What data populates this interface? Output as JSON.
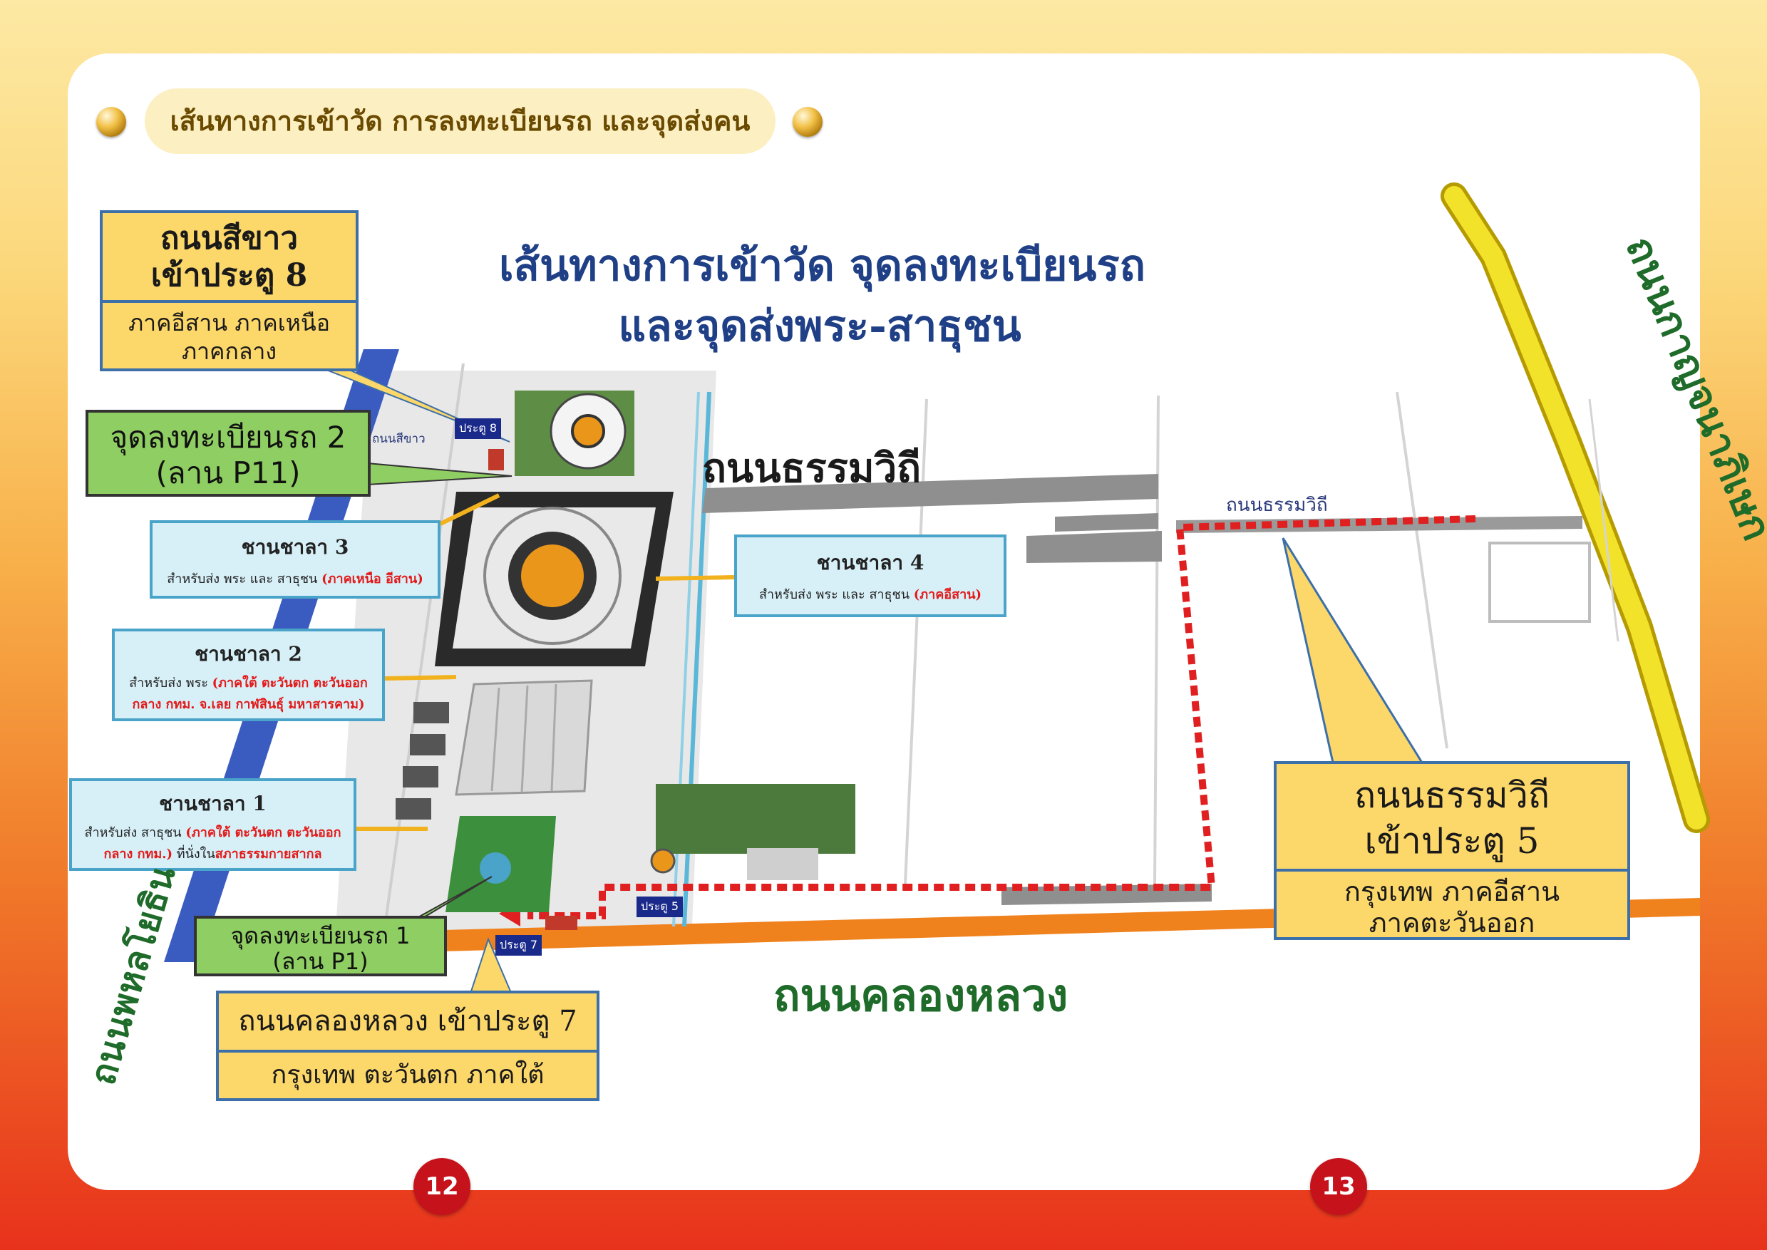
{
  "header": {
    "title": "เส้นทางการเข้าวัด การลงทะเบียนรถ และจุดส่งคน"
  },
  "map": {
    "title_line1": "เส้นทางการเข้าวัด จุดลงทะเบียนรถ",
    "title_line2": "และจุดส่งพระ-สาธุชน"
  },
  "callouts": {
    "gate8": {
      "title1": "ถนนสีขาว",
      "title2": "เข้าประตู 8",
      "regions1": "ภาคอีสาน ภาคเหนือ",
      "regions2": "ภาคกลาง"
    },
    "reg2": {
      "line1": "จุดลงทะเบียนรถ 2",
      "line2": "(ลาน P11)"
    },
    "reg1": {
      "line1": "จุดลงทะเบียนรถ 1",
      "line2": "(ลาน P1)"
    },
    "gate7": {
      "title": "ถนนคลองหลวง เข้าประตู 7",
      "regions": "กรุงเทพ ตะวันตก ภาคใต้"
    },
    "gate5": {
      "title1": "ถนนธรรมวิถี",
      "title2": "เข้าประตู 5",
      "regions1": "กรุงเทพ ภาคอีสาน",
      "regions2": "ภาคตะวันออก"
    }
  },
  "platforms": {
    "p3": {
      "title": "ชานชาลา 3",
      "desc": "สำหรับส่ง พระ และ สาธุชน ",
      "highlight": "(ภาคเหนือ อีสาน)"
    },
    "p4": {
      "title": "ชานชาลา 4",
      "desc": "สำหรับส่ง พระ และ สาธุชน ",
      "highlight": "(ภาคอีสาน)"
    },
    "p2": {
      "title": "ชานชาลา 2",
      "desc": "สำหรับส่ง พระ ",
      "highlight1": "(ภาคใต้ ตะวันตก ตะวันออก",
      "highlight2": "กลาง กทม. จ.เลย กาฬสินธุ์ มหาสารคาม)"
    },
    "p1": {
      "title": "ชานชาลา 1",
      "desc": "สำหรับส่ง สาธุชน ",
      "highlight1": "(ภาคใต้ ตะวันตก ตะวันออก",
      "highlight2": "กลาง กทม.)",
      "desc2": " ที่นั่งใน",
      "highlight3": "สภาธรรมกายสากล"
    }
  },
  "roads": {
    "thammawithi_big": "ถนนธรรมวิถี",
    "thammawithi_small": "ถนนธรรมวิถี",
    "khlong_luang": "ถนนคลองหลวง",
    "phahonyothin": "ถนนพหลโยธิน",
    "kanchanaphisek": "ถนนกาญจนาภิเษก",
    "si_khao_small": "ถนนสีขาว"
  },
  "gates": {
    "g8": "ประตู 8",
    "g7": "ประตู 7",
    "g5": "ประตู 5"
  },
  "pages": {
    "left": "12",
    "right": "13"
  },
  "colors": {
    "map_title": "#1f3f86",
    "road_label": "#1f6b2a",
    "callout_yellow": "#fcd76a",
    "callout_green": "#8fce62",
    "platform_bg": "#d7f0f8",
    "highlight_red": "#e31a1a",
    "route_dotted": "#e02020"
  }
}
